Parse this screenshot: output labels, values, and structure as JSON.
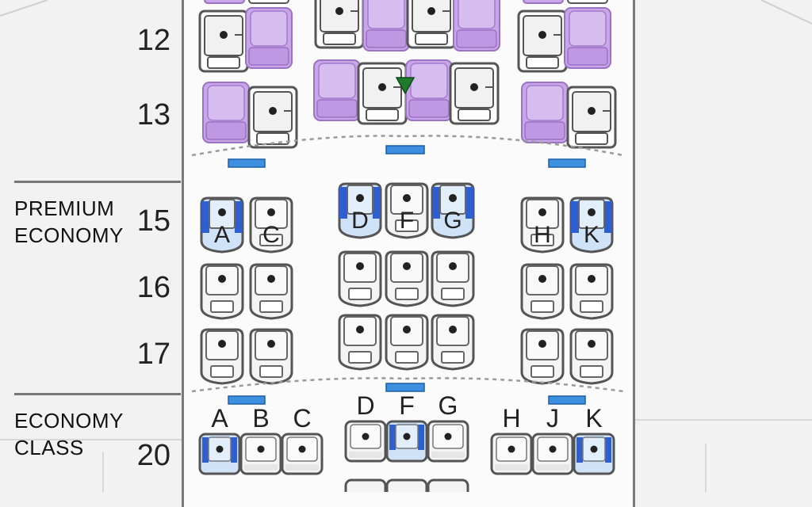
{
  "rows": {
    "r12": "12",
    "r13": "13",
    "r15": "15",
    "r16": "16",
    "r17": "17",
    "r20": "20"
  },
  "sections": {
    "premium_line1": "PREMIUM",
    "premium_line2": "ECONOMY",
    "economy_line1": "ECONOMY",
    "economy_line2": "CLASS"
  },
  "premium_columns": {
    "A": "A",
    "C": "C",
    "D": "D",
    "F": "F",
    "G": "G",
    "H": "H",
    "K": "K"
  },
  "economy_columns": {
    "A": "A",
    "B": "B",
    "C": "C",
    "D": "D",
    "F": "F",
    "G": "G",
    "H": "H",
    "J": "J",
    "K": "K"
  },
  "colors": {
    "business_occupied": "#c9a6e8",
    "selected_blue": "#2f5fce",
    "light_blue": "#cfe2f7",
    "exit_bar": "#3d8fe0",
    "seat_outline": "#555555",
    "marker": "#1f7a2c"
  }
}
